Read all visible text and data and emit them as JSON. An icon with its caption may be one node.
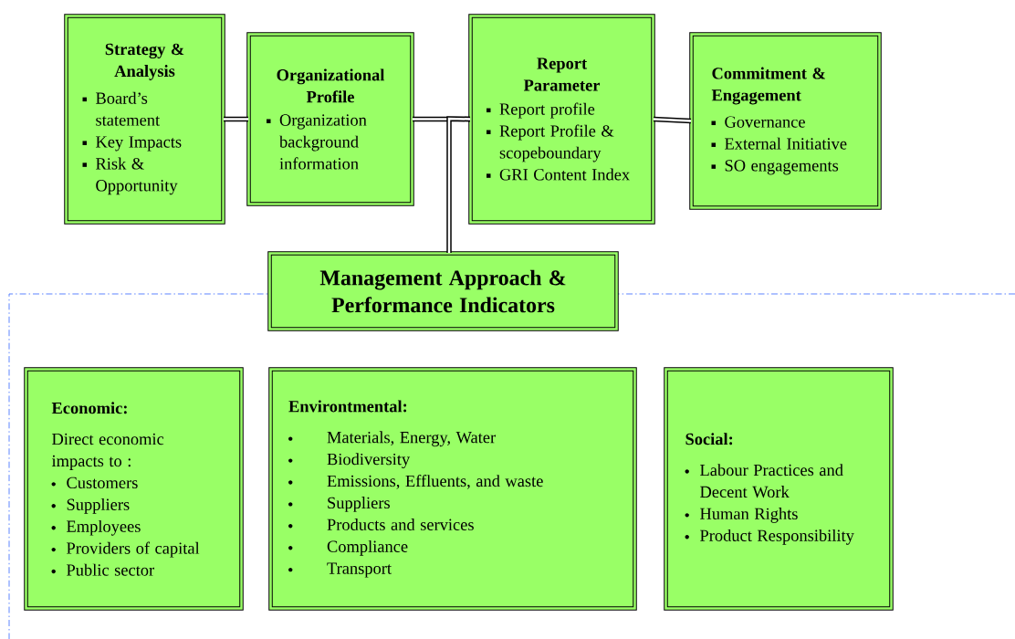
{
  "diagram": {
    "nodes": [
      {
        "text": [
          "Strategy & Analysis",
          "Board’s statement",
          "Key Impacts",
          "Risk & Opportunity"
        ]
      },
      {
        "text": [
          "Organizational Profile",
          "Organization background information"
        ]
      },
      {
        "text": [
          "Report Parameter",
          "Report profile",
          "Report Profile & scopeboundary",
          "GRI Content Index"
        ]
      },
      {
        "text": [
          "Commitment & Engagement",
          "Governance",
          "External Initiative",
          "SO engagements"
        ]
      },
      {
        "text": [
          "Management Approach & Performance Indicators"
        ]
      },
      {
        "text": [
          "Economic:",
          "Direct economic impacts to :",
          "Customers",
          "Suppliers",
          "Employees",
          "Providers of capital",
          "Public sector"
        ]
      },
      {
        "text": [
          "Environtmental:",
          "Materials, Energy, Water",
          "Biodiversity",
          "Emissions, Effluents, and waste",
          "Suppliers",
          "Products and services",
          "Compliance",
          "Transport"
        ]
      },
      {
        "text": [
          "Social:",
          "Labour Practices and Decent Work",
          "Human Rights",
          "Product Responsibility"
        ]
      }
    ],
    "edges": [
      {
        "from": 0,
        "to": 1,
        "arrow": "none"
      },
      {
        "from": 1,
        "to": 2,
        "arrow": "none"
      },
      {
        "from": 2,
        "to": 3,
        "arrow": "none"
      },
      {
        "from": 2,
        "to": 4,
        "arrow": "none"
      }
    ]
  }
}
